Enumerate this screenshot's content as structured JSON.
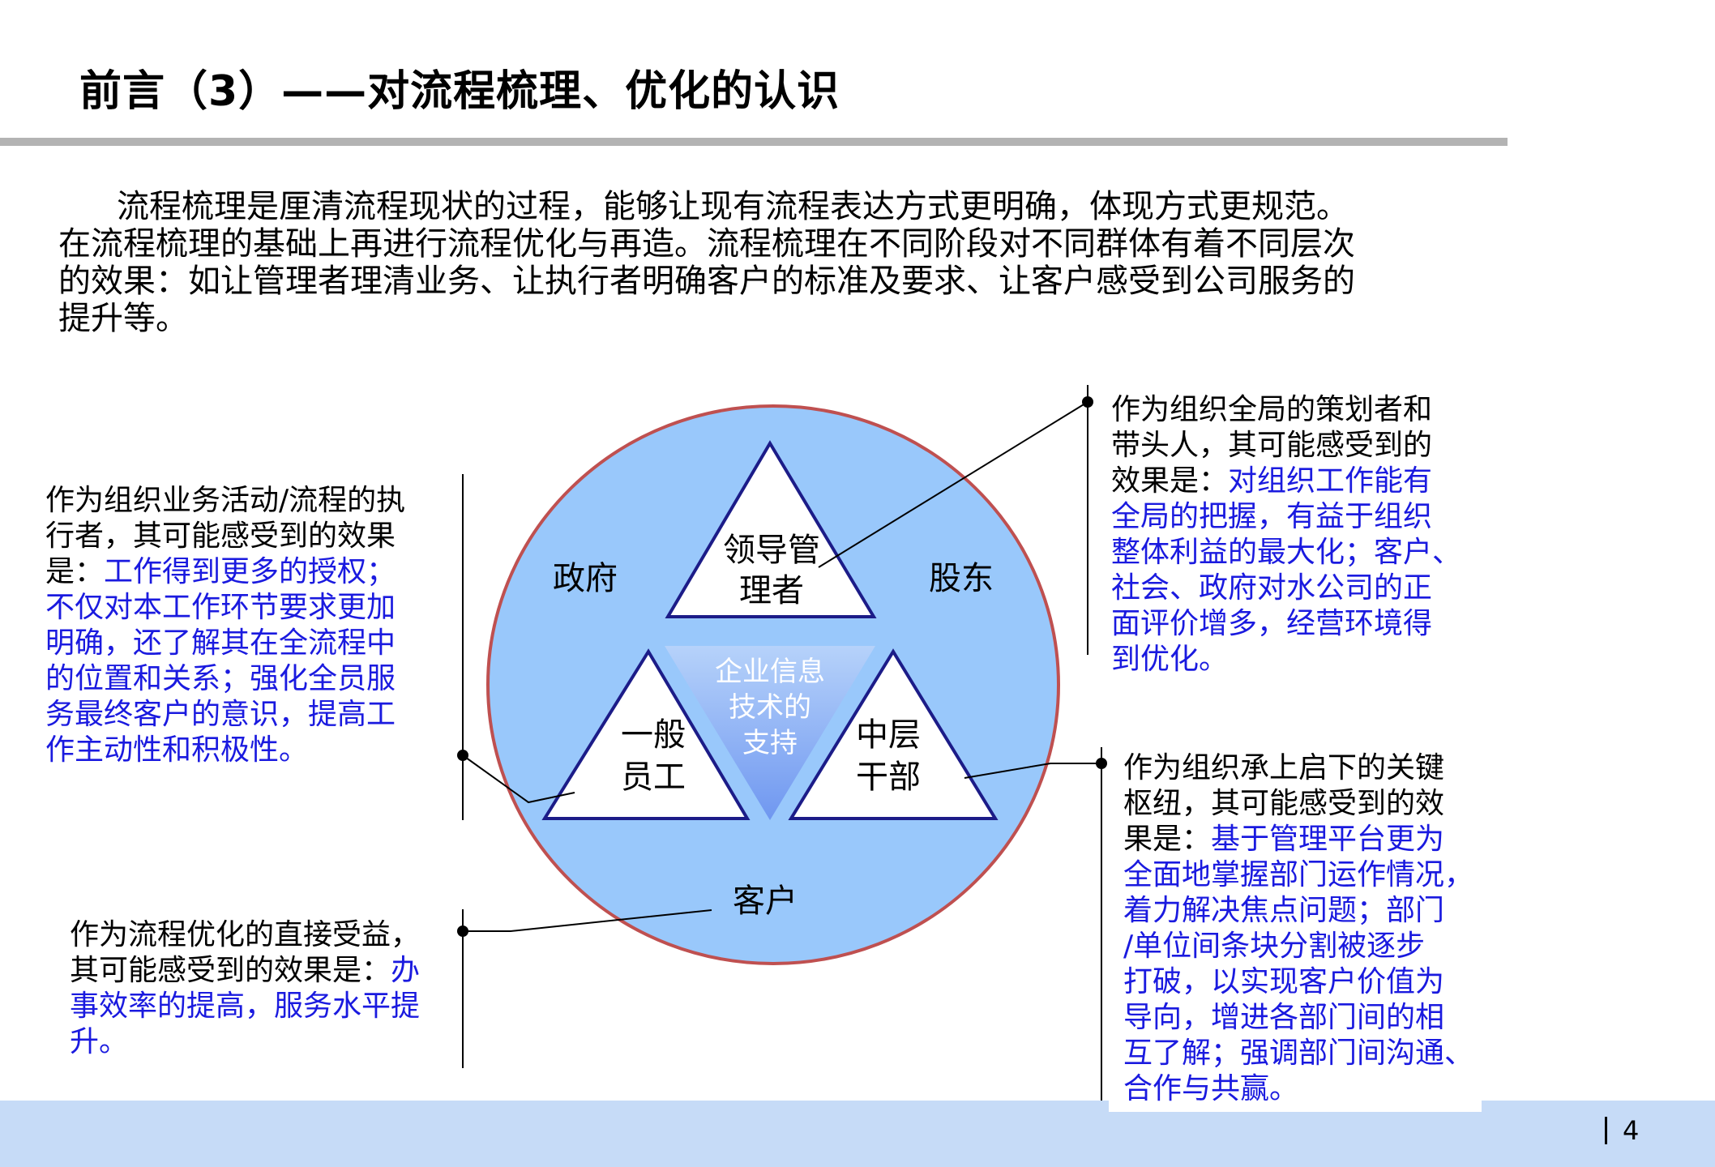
{
  "title": "前言（3）——对流程梳理、优化的认识",
  "intro": {
    "line1": "流程梳理是厘清流程现状的过程，能够让现有流程表达方式更明确，体现方式更规范。",
    "line2": "在流程梳理的基础上再进行流程优化与再造。流程梳理在不同阶段对不同群体有着不同层次",
    "line3": "的效果：如让管理者理清业务、让执行者明确客户的标准及要求、让客户感受到公司服务的",
    "line4": "提升等。"
  },
  "diagram": {
    "outer_labels": {
      "government": "政府",
      "shareholders": "股东",
      "customers": "客户"
    },
    "triangles": {
      "leaders": {
        "line1": "领导管",
        "line2": "理者"
      },
      "staff": {
        "line1": "一般",
        "line2": "员工"
      },
      "middle": {
        "line1": "中层",
        "line2": "干部"
      }
    },
    "center": {
      "line1": "企业信息",
      "line2": "技术的",
      "line3": "支持"
    },
    "colors": {
      "circle_fill": "#99c8fb",
      "circle_stroke": "#bf5050",
      "triangle_stroke": "#1c1c88",
      "center_fill": "#7fa6f3",
      "highlight_text": "#1a1adf"
    }
  },
  "notes": {
    "executor": {
      "line1": "作为组织业务活动/流程的执",
      "line2": "行者，其可能感受到的效果",
      "line3_plain": "是：",
      "line3_hl": "工作得到更多的授权；",
      "line4": "不仅对本工作环节要求更加",
      "line5": "明确，还了解其在全流程中",
      "line6": "的位置和关系；强化全员服",
      "line7": "务最终客户的意识，提高工",
      "line8": "作主动性和积极性。"
    },
    "leader": {
      "line1": "作为组织全局的策划者和",
      "line2": "带头人，其可能感受到的",
      "line3_plain": "效果是：",
      "line3_hl": "对组织工作能有",
      "line4": "全局的把握，有益于组织",
      "line5": "整体利益的最大化；客户、",
      "line6": "社会、政府对水公司的正",
      "line7": "面评价增多，经营环境得",
      "line8": "到优化。"
    },
    "customer": {
      "line1": "作为流程优化的直接受益，",
      "line2_plain": "其可能感受到的效果是：",
      "line2_hl": "办",
      "line3": "事效率的提高，服务水平提",
      "line4": "升。"
    },
    "middle": {
      "line1": "作为组织承上启下的关键",
      "line2": "枢纽，其可能感受到的效",
      "line3_plain": "果是：",
      "line3_hl": "基于管理平台更为",
      "line4": "全面地掌握部门运作情况，",
      "line5": "着力解决焦点问题；部门",
      "line6": "/单位间条块分割被逐步",
      "line7": "打破，以实现客户价值为",
      "line8": "导向，增进各部门间的相",
      "line9": "互了解；强调部门间沟通、",
      "line10": "合作与共赢。"
    }
  },
  "page_number": "4"
}
